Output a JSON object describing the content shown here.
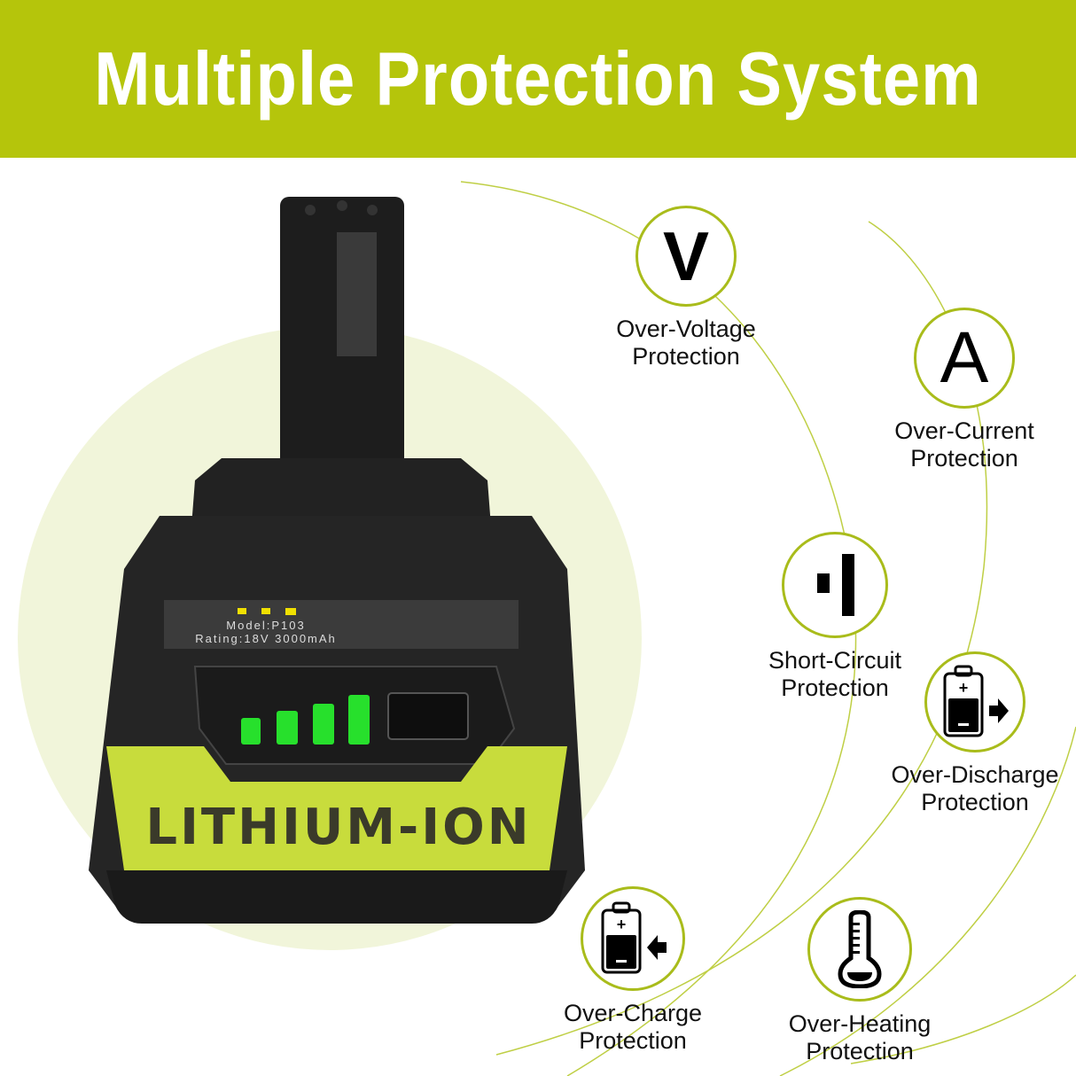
{
  "header": {
    "title": "Multiple Protection System"
  },
  "colors": {
    "brand_lime": "#b5c50b",
    "ring": "#a9bc1b",
    "bg_circle": "#f1f5da",
    "led_green": "#27e02c",
    "led_yellow": "#f0e000"
  },
  "battery": {
    "model_label": "Model:P103",
    "rating_label": "Rating:18V 3000mAh",
    "brand_strip": "LITHIUM-ION",
    "charge_leds": 4
  },
  "features": [
    {
      "icon": "voltage-icon",
      "glyph": "V",
      "line1": "Over-Voltage",
      "line2": "Protection"
    },
    {
      "icon": "current-icon",
      "glyph": "A",
      "line1": "Over-Current",
      "line2": "Protection"
    },
    {
      "icon": "short-circuit-icon",
      "glyph": "",
      "line1": "Short-Circuit",
      "line2": "Protection"
    },
    {
      "icon": "battery-discharge-icon",
      "glyph": "",
      "line1": "Over-Discharge",
      "line2": "Protection"
    },
    {
      "icon": "battery-charge-icon",
      "glyph": "",
      "line1": "Over-Charge",
      "line2": "Protection"
    },
    {
      "icon": "thermometer-icon",
      "glyph": "",
      "line1": "Over-Heating",
      "line2": "Protection"
    }
  ]
}
